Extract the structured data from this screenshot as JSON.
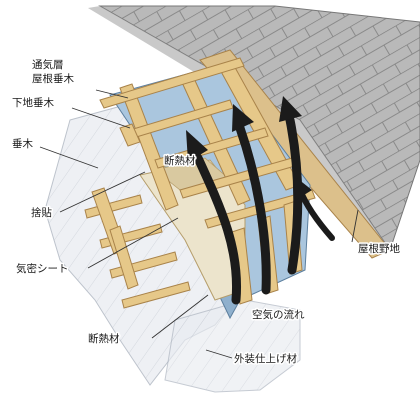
{
  "labels": {
    "ventilation_rafter": [
      "通気層",
      "屋根垂木"
    ],
    "base_rafter": "下地垂木",
    "rafter": "垂木",
    "insulation_top": "断熱材",
    "ceiling_batten": "捨貼",
    "airtight_sheet": "気密シート",
    "insulation_bottom": "断熱材",
    "air_flow": "空気の流れ",
    "exterior_finish": "外装仕上げ材",
    "roof_sheathing": "屋根野地"
  },
  "colors": {
    "shingle": "#b4b4b4",
    "shingle_line": "#7a7a7a",
    "timber": "#e6c889",
    "timber_edge": "#a9834a",
    "blue_sheet": "#a8c4dc",
    "blue_edge": "#5c7f9e",
    "insulation": "#ece4cc",
    "airtight": "#e8eaee",
    "arrow": "#1b1b1b",
    "leader": "#333333"
  }
}
